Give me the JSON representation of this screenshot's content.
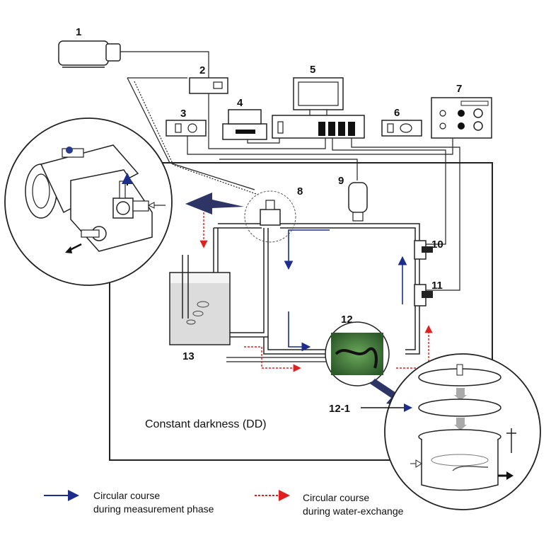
{
  "component_numbers": {
    "n1": "1",
    "n2": "2",
    "n3": "3",
    "n4": "4",
    "n5": "5",
    "n6": "6",
    "n7": "7",
    "n8": "8",
    "n9": "9",
    "n10": "10",
    "n11": "11",
    "n12": "12",
    "n12_1": "12-1",
    "n13": "13"
  },
  "chamber_label": "Constant darkness (DD)",
  "legend": {
    "measurement_line1": "Circular course",
    "measurement_line2": "during measurement phase",
    "exchange_line1": "Circular course",
    "exchange_line2": "during water-exchange"
  },
  "colors": {
    "measurement_arrow": "#1c2d8c",
    "exchange_arrow": "#e02020",
    "line": "#222222",
    "big_arrow": "#2e3566"
  }
}
